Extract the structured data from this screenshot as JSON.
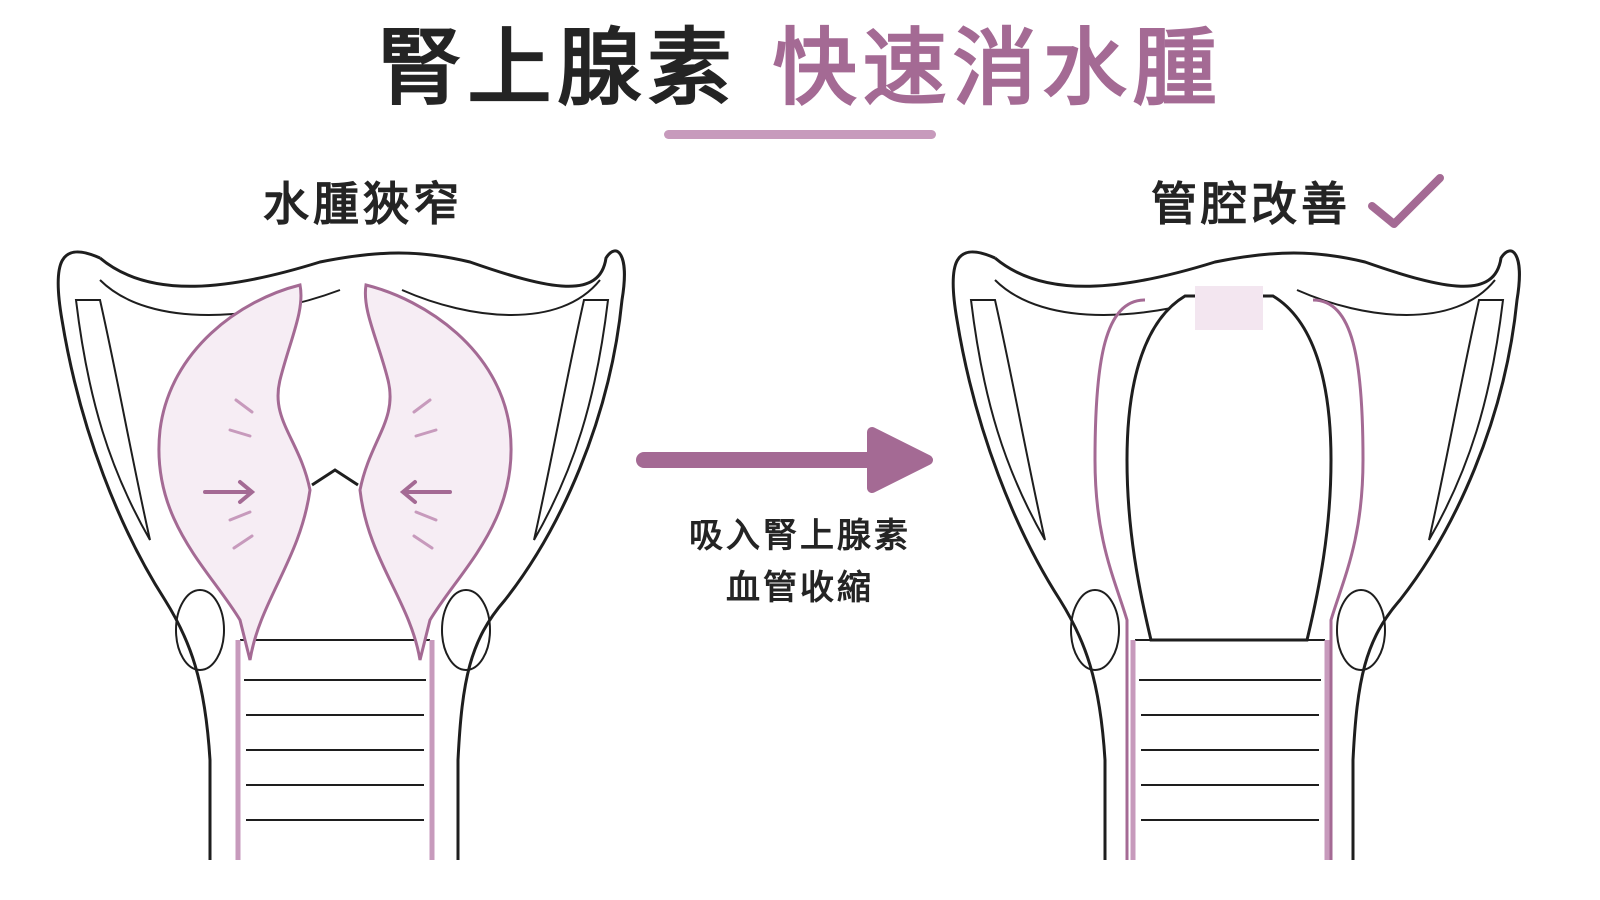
{
  "theme": {
    "accent": "#a46a94",
    "accent_light": "#c79abc",
    "line": "#1e1e1e",
    "tissue": "#e8d4e4"
  },
  "title": {
    "part1": "腎上腺素",
    "part2": "快速消水腫"
  },
  "before": {
    "label": "水腫狹窄"
  },
  "after": {
    "label": "管腔改善",
    "check_icon": "check-icon"
  },
  "action": {
    "line1": "吸入腎上腺素",
    "line2": "血管收縮",
    "arrow_icon": "right-arrow-icon"
  }
}
